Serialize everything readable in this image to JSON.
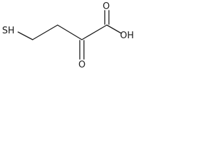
{
  "molecule": {
    "atoms": {
      "thiol": "SH",
      "carboxyl_oxygen": "O",
      "hydroxyl": "OH",
      "ketone_oxygen": "O"
    },
    "bond_color": "#1a1a1a",
    "label_color": "#1a1a1a"
  }
}
